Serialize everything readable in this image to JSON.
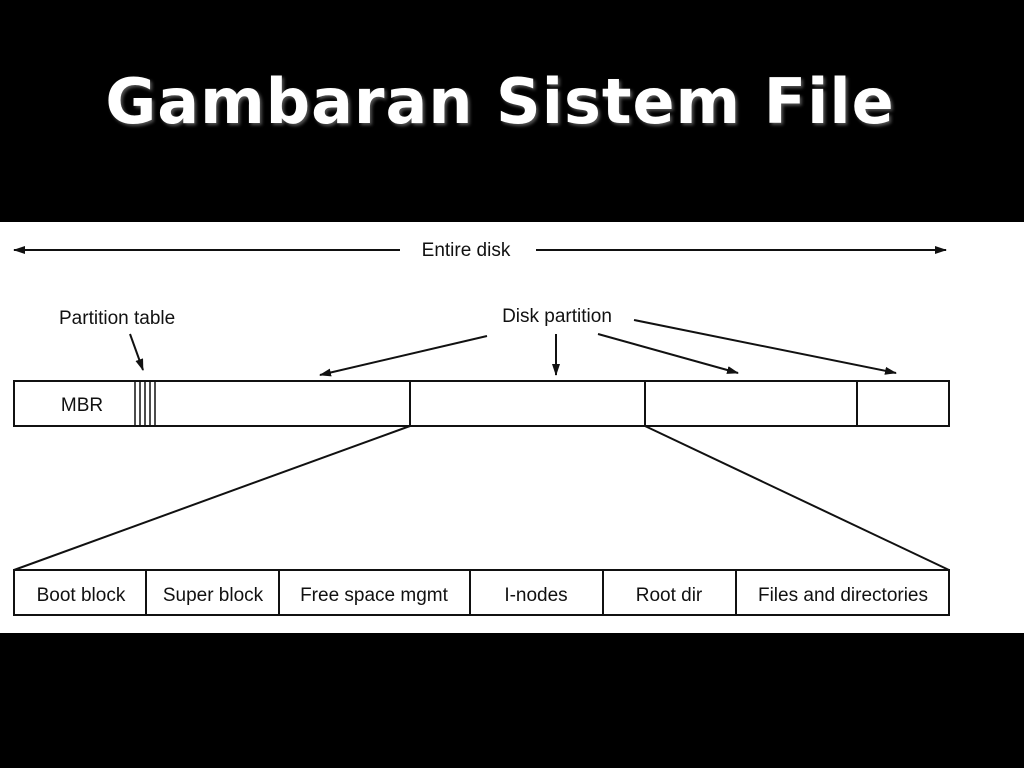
{
  "slide": {
    "title": "Gambaran Sistem File"
  },
  "diagram": {
    "entire_disk_label": "Entire disk",
    "partition_table_label": "Partition table",
    "disk_partition_label": "Disk partition",
    "mbr_label": "MBR",
    "filesystem_blocks": [
      "Boot block",
      "Super block",
      "Free space mgmt",
      "I-nodes",
      "Root dir",
      "Files and directories"
    ]
  }
}
